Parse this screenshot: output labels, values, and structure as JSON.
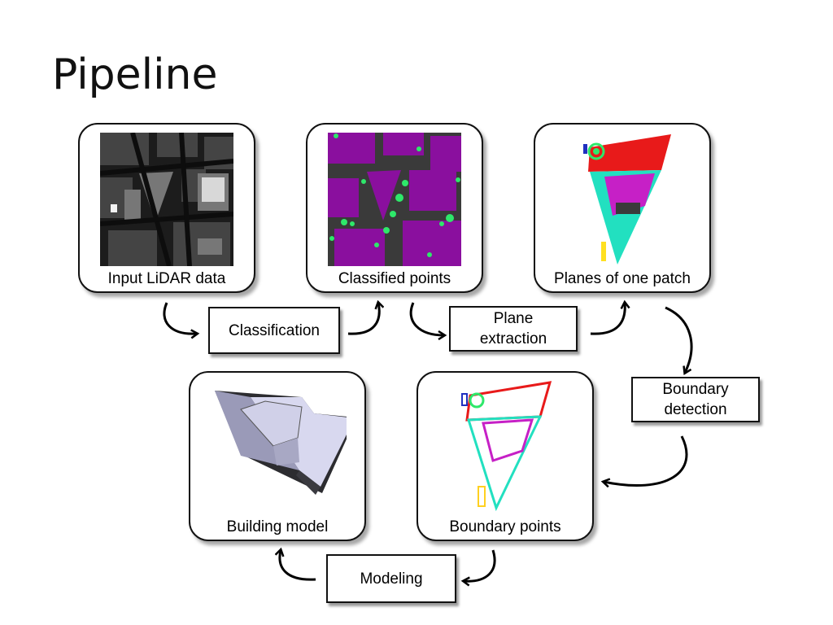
{
  "slide": {
    "title": "Pipeline"
  },
  "cards": {
    "input_lidar": "Input LiDAR data",
    "classified_points": "Classified points",
    "planes_of_one_patch": "Planes of one patch",
    "boundary_points": "Boundary points",
    "building_model": "Building model"
  },
  "steps": {
    "classification": "Classification",
    "plane_extraction": "Plane extraction",
    "boundary_detection": "Boundary detection",
    "modeling": "Modeling"
  },
  "colors": {
    "vegetation": "#2ee86a",
    "building": "#8a0f9e",
    "ground": "#3a3a3a",
    "plane_red": "#e81a1a",
    "plane_cyan": "#22e0c0",
    "plane_magenta": "#c620c6"
  }
}
